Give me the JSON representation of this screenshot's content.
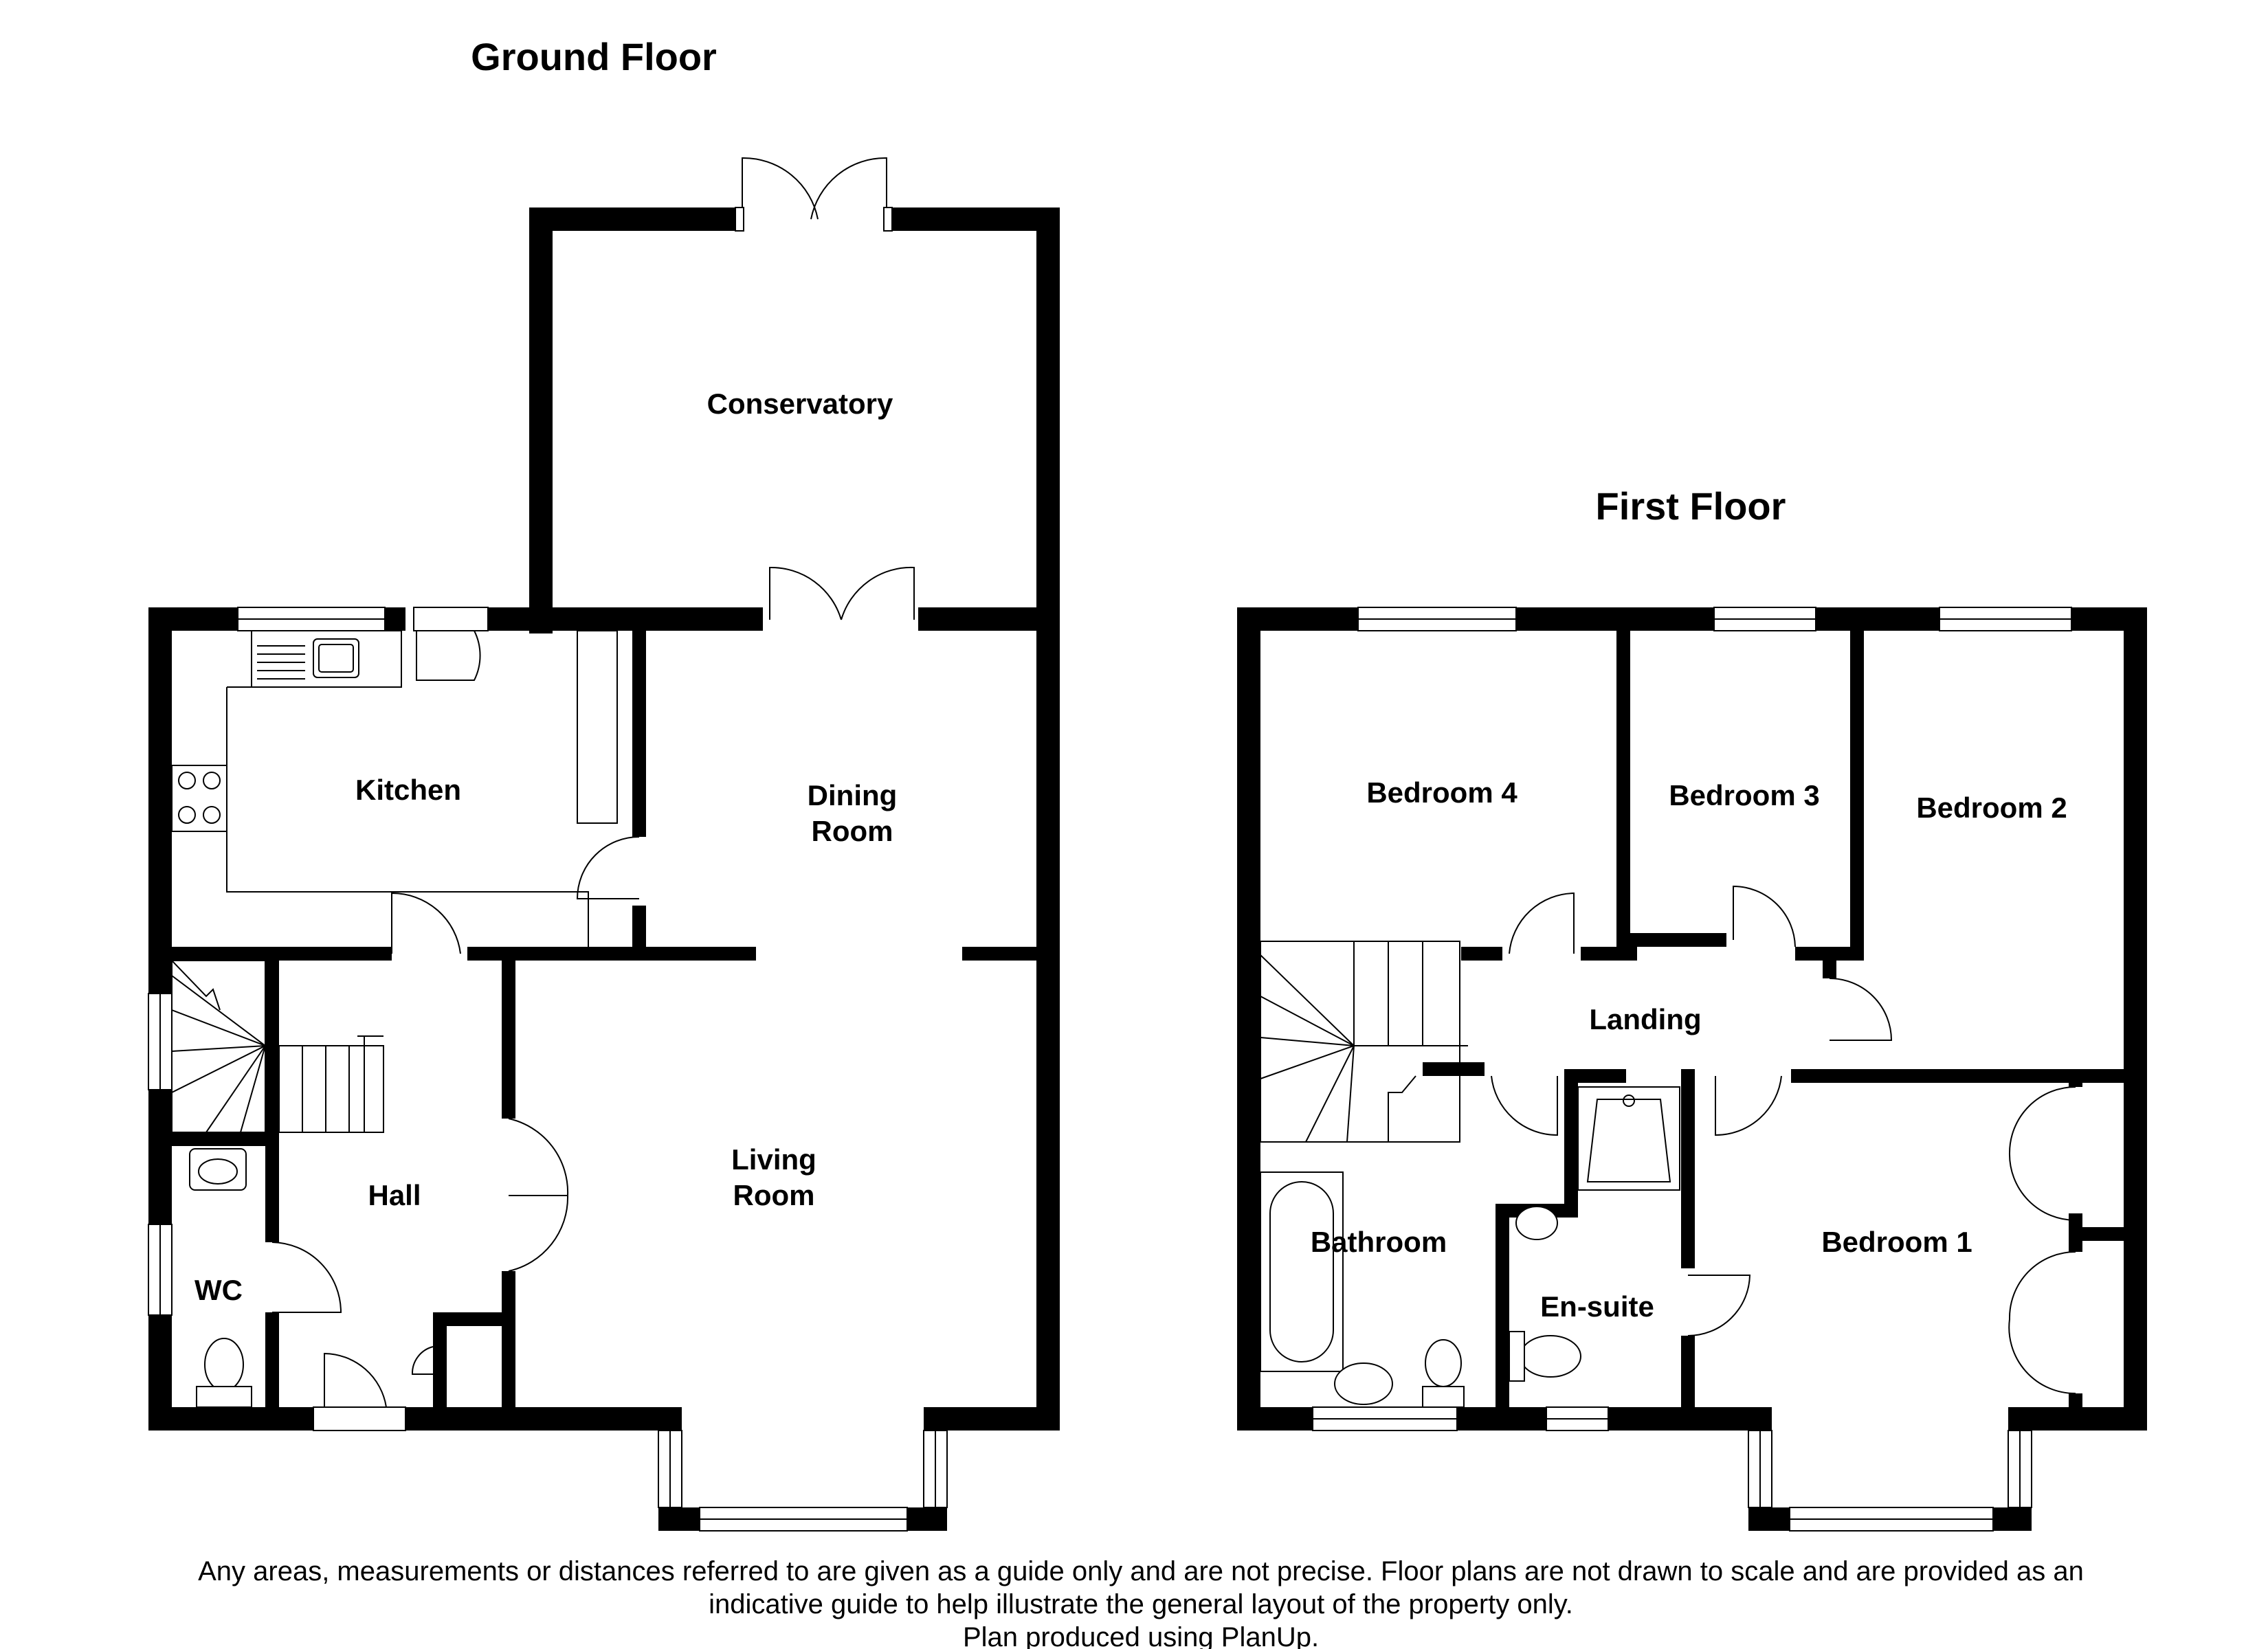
{
  "floors": {
    "ground": {
      "title": "Ground Floor",
      "rooms": {
        "conservatory": "Conservatory",
        "kitchen": "Kitchen",
        "dining_1": "Dining",
        "dining_2": "Room",
        "hall": "Hall",
        "living_1": "Living",
        "living_2": "Room",
        "wc": "WC"
      }
    },
    "first": {
      "title": "First Floor",
      "rooms": {
        "bedroom4": "Bedroom 4",
        "bedroom3": "Bedroom 3",
        "bedroom2": "Bedroom 2",
        "landing": "Landing",
        "bathroom": "Bathroom",
        "ensuite": "En-suite",
        "bedroom1": "Bedroom 1"
      }
    }
  },
  "disclaimer": {
    "line1": "Any areas, measurements or distances referred to are given as a guide only and are not precise. Floor plans are not drawn to scale and are provided as an",
    "line2": "indicative guide to help illustrate the general layout of the property only.",
    "line3": "Plan produced using PlanUp."
  }
}
